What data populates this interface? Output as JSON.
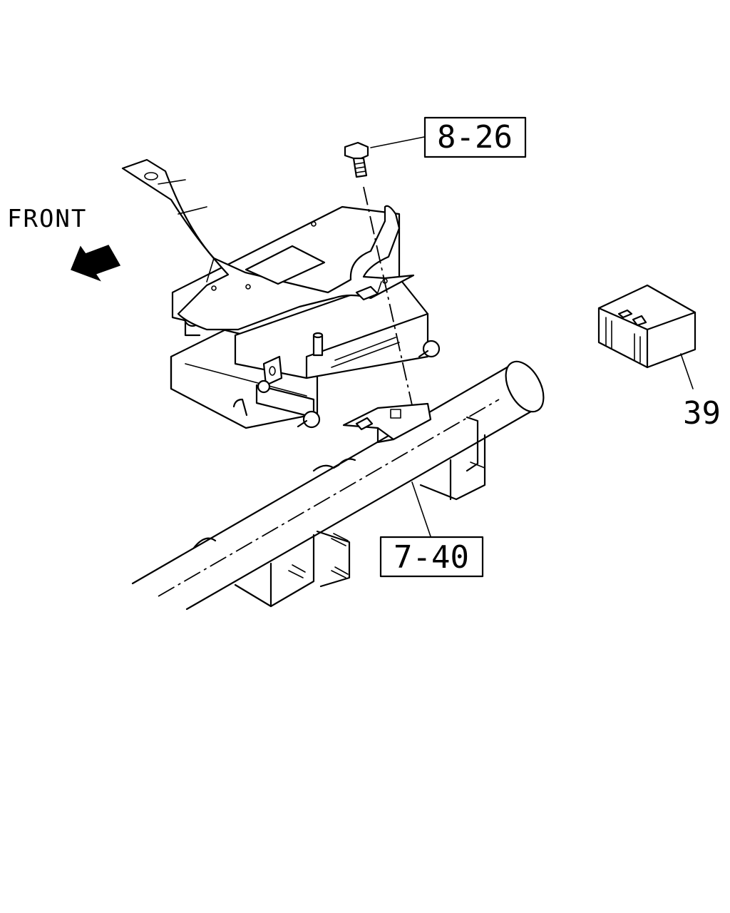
{
  "front_label": "FRONT",
  "callouts": {
    "bolt_ref": "8-26",
    "frame_ref": "7-40",
    "relay_ref": "39"
  }
}
